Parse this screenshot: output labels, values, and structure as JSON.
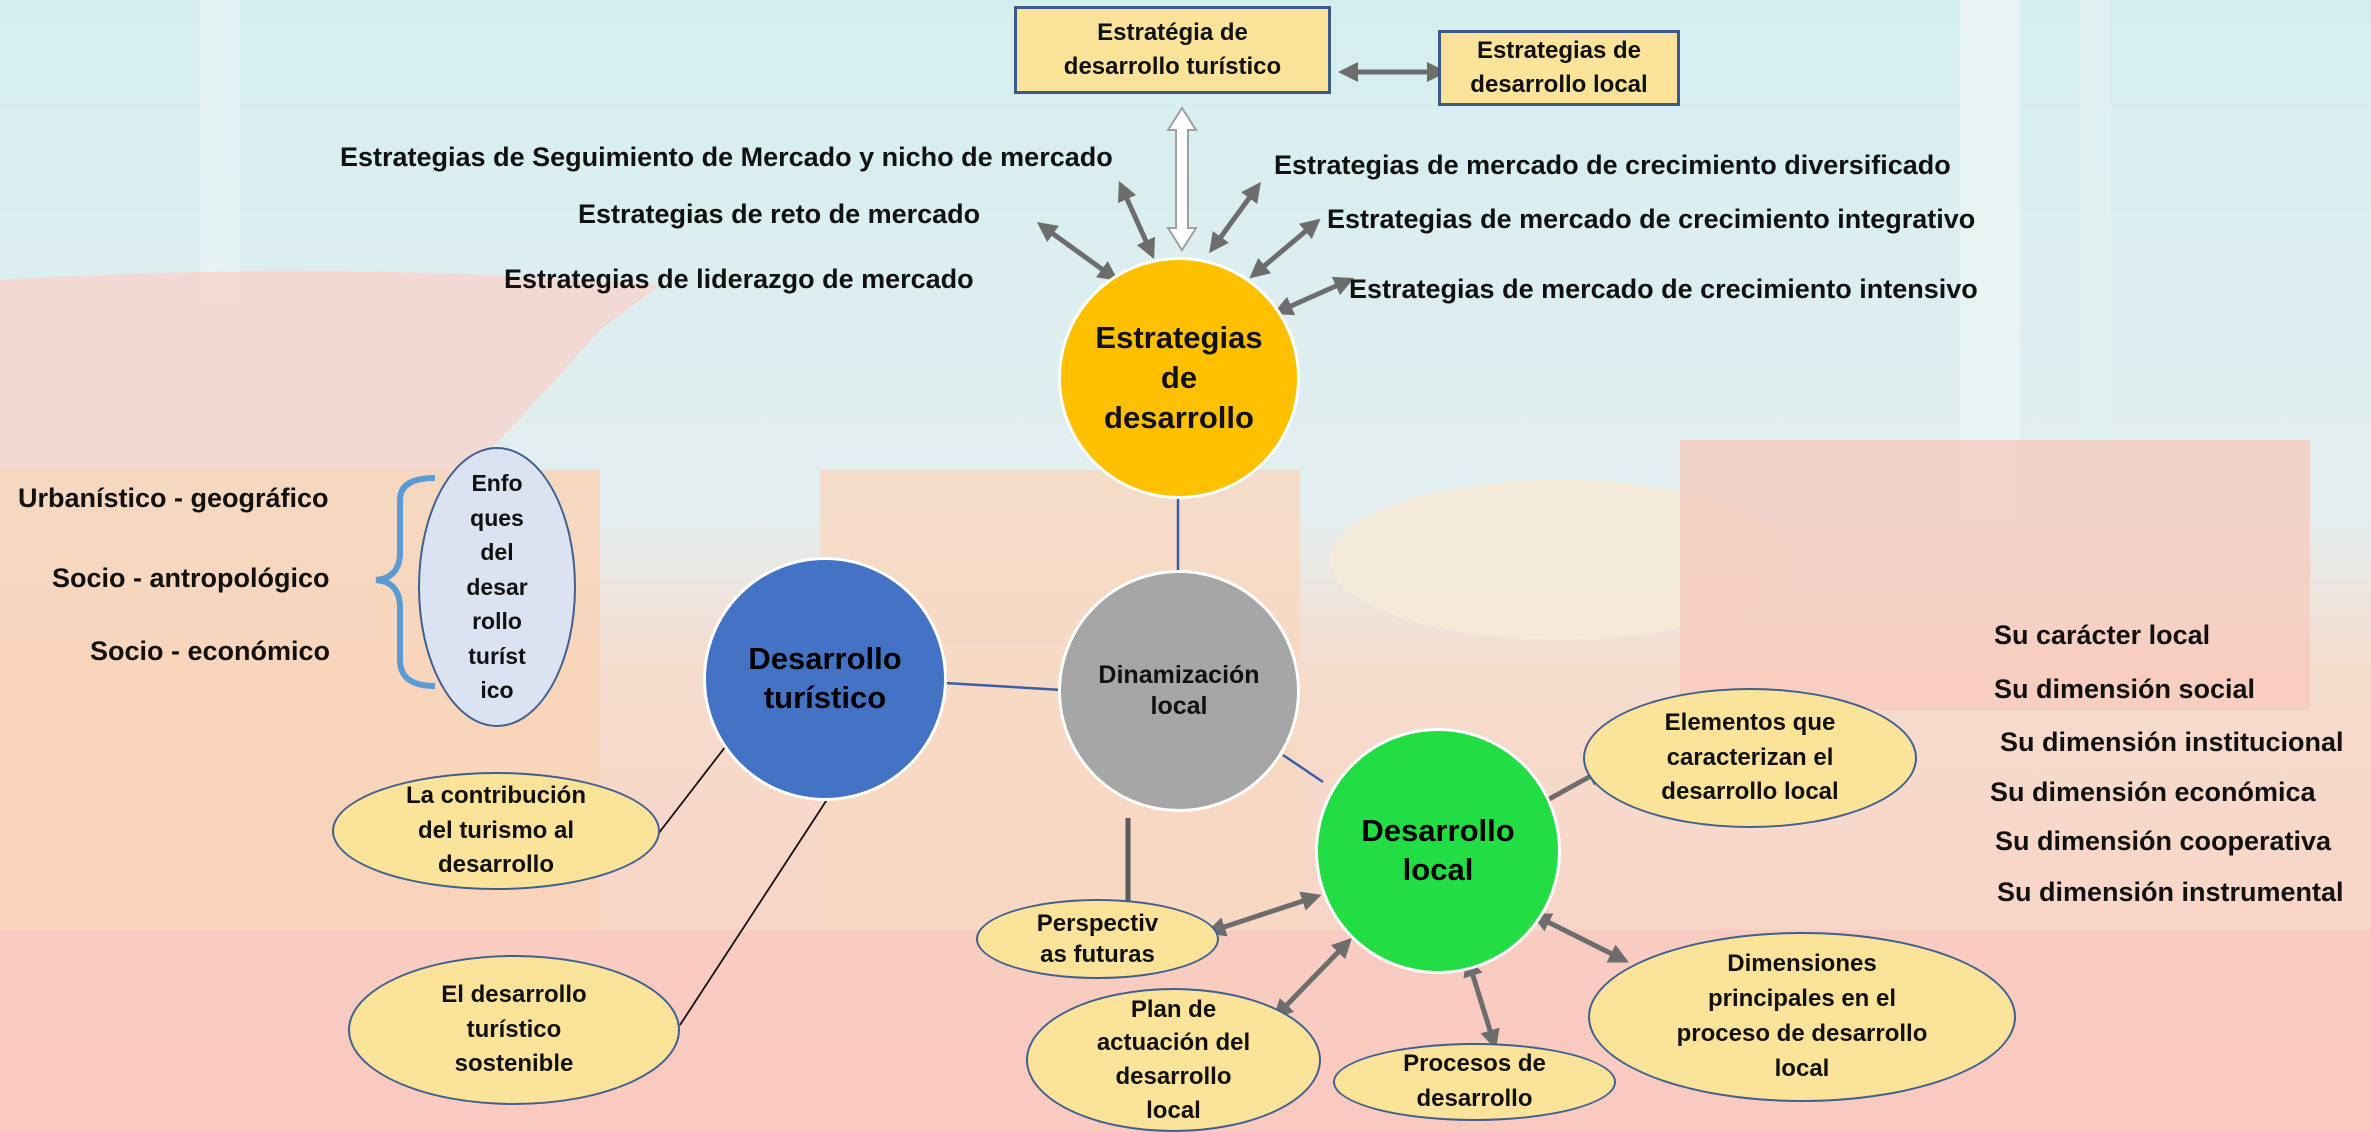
{
  "top": {
    "main_box": "Estratégia de\ndesarrollo turístico",
    "side_box": "Estrategias de\ndesarrollo local"
  },
  "market_strategies_left": [
    "Estrategias de Seguimiento de Mercado y nicho de mercado",
    "Estrategias de reto de mercado",
    "Estrategias de liderazgo de mercado"
  ],
  "market_strategies_right": [
    "Estrategias de mercado de crecimiento diversificado",
    "Estrategias de mercado de crecimiento integrativo",
    "Estrategias de mercado de crecimiento intensivo"
  ],
  "nodes": {
    "estrategias": "Estrategias\nde\ndesarrollo",
    "dinamizacion": "Dinamización\nlocal",
    "turistico": "Desarrollo\nturístico",
    "local": "Desarrollo\nlocal"
  },
  "enfoques": {
    "label": "Enfo\nques\ndel\ndesar\nrollo\nturíst\nico",
    "items": [
      "Urbanístico - geográfico",
      "Socio - antropológico",
      "Socio - económico"
    ]
  },
  "turistico_children": {
    "contribucion": "La contribución\ndel turismo al\ndesarrollo",
    "sostenible": "El desarrollo\nturístico\nsostenible"
  },
  "local_children": {
    "elementos": "Elementos que\ncaracterizan el\ndesarrollo local",
    "dimensiones": "Dimensiones\nprincipales en el\nproceso de desarrollo\nlocal",
    "procesos": "Procesos de\ndesarrollo",
    "plan": "Plan de\nactuación del\ndesarrollo\nlocal",
    "perspectivas": "Perspectiv\nas futuras"
  },
  "caracteristicas": [
    "Su carácter local",
    "Su dimensión social",
    "Su dimensión institucional",
    "Su dimensión económica",
    "Su dimensión cooperativa",
    "Su dimensión instrumental"
  ],
  "colors": {
    "estrategias": "#ffc000",
    "dinamizacion": "#a6a6a6",
    "turistico": "#4472c4",
    "local": "#22dd44",
    "ellipse_fill": "#fbe39a",
    "arrow": "#6d6d6d"
  }
}
